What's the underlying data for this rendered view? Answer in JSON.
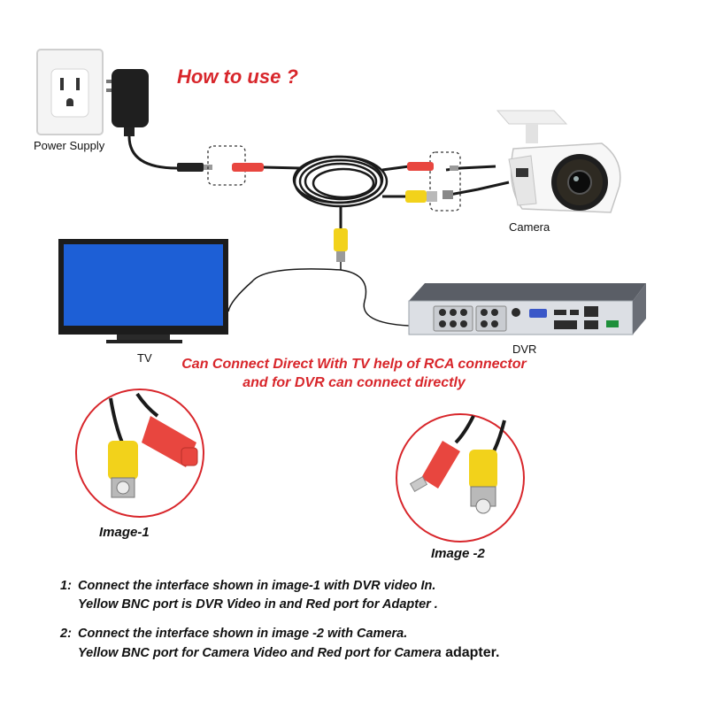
{
  "title": "How to use ?",
  "labels": {
    "power_supply": "Power Supply",
    "camera": "Camera",
    "tv": "TV",
    "dvr": "DVR",
    "image1": "Image-1",
    "image2": "Image -2"
  },
  "note": {
    "line1": "Can Connect Direct With TV help of RCA connector",
    "line2": "and for DVR can connect directly"
  },
  "steps": [
    {
      "num": "1:",
      "line1": "Connect the interface shown in image-1 with DVR video In.",
      "line2": "Yellow BNC port is DVR Video in and Red port for Adapter ."
    },
    {
      "num": "2:",
      "line1": "Connect the interface shown in image -2 with Camera.",
      "line2a": "Yellow BNC port for Camera Video and Red port for ",
      "line2b": "Camera",
      "line2c": " adapter."
    }
  ],
  "colors": {
    "accent_red": "#d8262b",
    "cable": "#1a1a1a",
    "bnc_yellow": "#f2d21b",
    "dc_red": "#e8463f",
    "tv_screen": "#1d5fd6"
  }
}
